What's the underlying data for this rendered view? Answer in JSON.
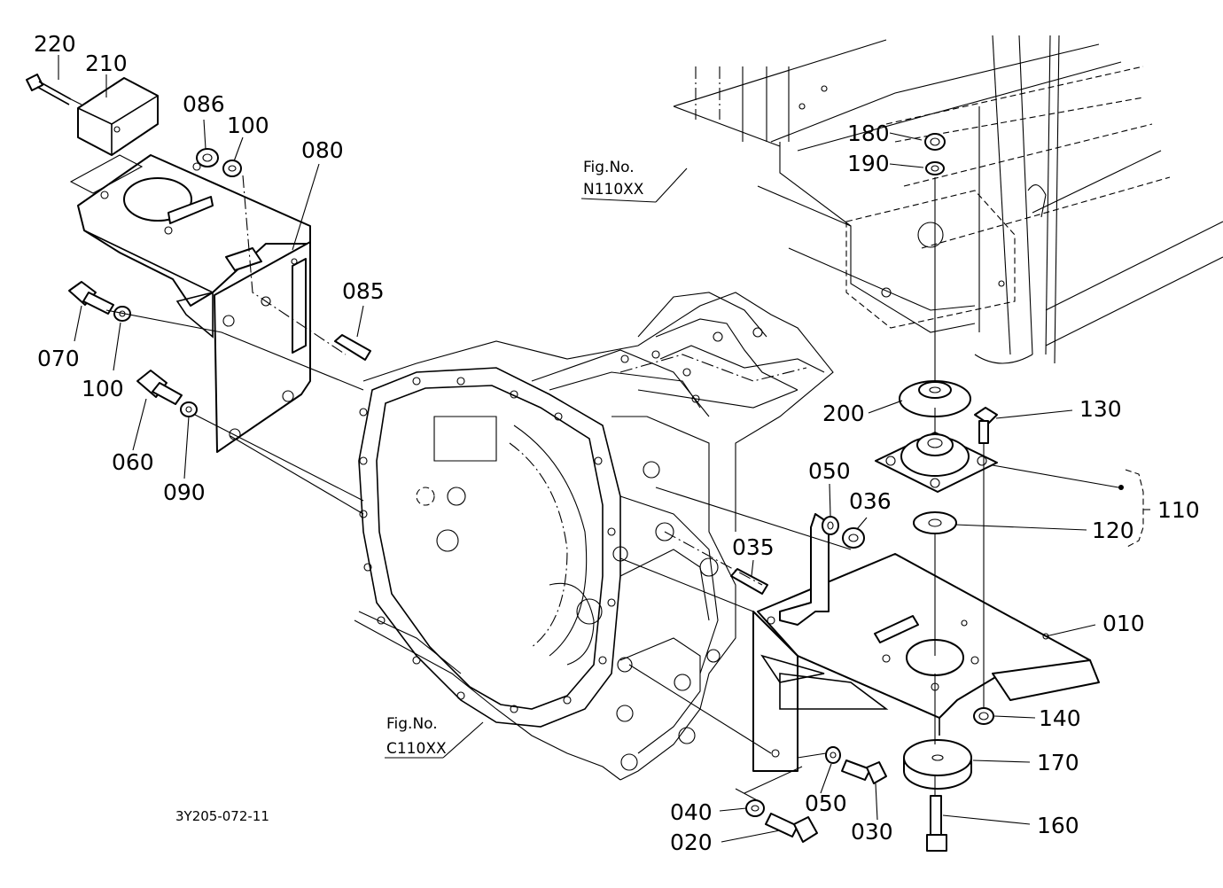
{
  "diagram": {
    "drawing_code": "3Y205-072-11",
    "figure_refs": [
      {
        "line1": "Fig.No.",
        "line2": "N110XX"
      },
      {
        "line1": "Fig.No.",
        "line2": "C110XX"
      }
    ],
    "part_labels": [
      "220",
      "210",
      "086",
      "100",
      "080",
      "085",
      "070",
      "100",
      "060",
      "090",
      "180",
      "190",
      "200",
      "130",
      "050",
      "036",
      "110",
      "120",
      "035",
      "010",
      "140",
      "170",
      "050",
      "040",
      "030",
      "020",
      "160"
    ]
  }
}
